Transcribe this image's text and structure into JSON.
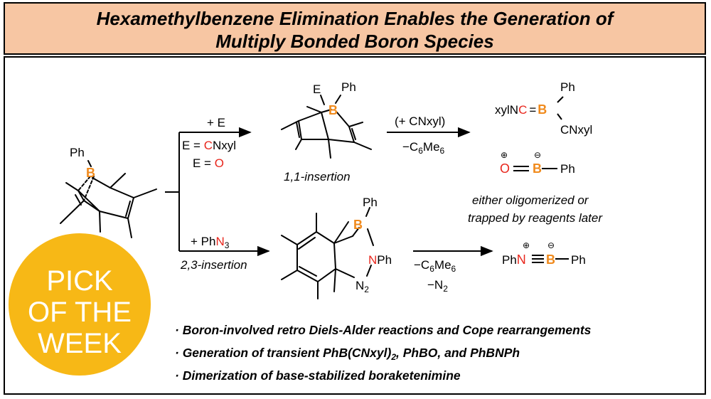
{
  "header": {
    "title_line1": "Hexamethylbenzene Elimination Enables the Generation of",
    "title_line2": "Multiply Bonded Boron Species"
  },
  "colors": {
    "title_bg": "#f7c6a3",
    "boron": "#f08a1c",
    "hetero": "#e8261c",
    "badge": "#f7b816"
  },
  "start": {
    "ph": "Ph",
    "b": "B"
  },
  "route1": {
    "reagent": "+ E",
    "e_def1_prefix": "E = ",
    "e_def1_c": "C",
    "e_def1_rest": "Nxyl",
    "e_def2_prefix": "E = ",
    "e_def2_o": "O",
    "insertion": "1,1-insertion",
    "int_e": "E",
    "int_b": "B",
    "int_ph": "Ph",
    "cond_top": "(+ CNxyl)",
    "cond_bot": "−C",
    "cond_bot_sub": "6",
    "cond_bot_mid": "Me",
    "cond_bot_sub2": "6"
  },
  "products": {
    "p1_left": "xylN",
    "p1_c": "C",
    "p1_eq": "=",
    "p1_b": "B",
    "p1_ph": "Ph",
    "p1_cnxyl": "CNxyl",
    "p2_o": "O",
    "p2_b": "B",
    "p2_ph": "Ph",
    "plus": "⊕",
    "minus": "⊖",
    "note1": "either oligomerized or",
    "note2": "trapped by reagents later",
    "p3_ph1": "Ph",
    "p3_n": "N",
    "p3_b": "B",
    "p3_ph2": "Ph"
  },
  "route2": {
    "reagent_prefix": "+ Ph",
    "reagent_n": "N",
    "reagent_sub": "3",
    "insertion": "2,3-insertion",
    "int_b": "B",
    "int_ph": "Ph",
    "int_n": "N",
    "int_nph": "Ph",
    "int_n2": "N",
    "int_n2_sub": "2",
    "cond1": "−C",
    "cond1_sub": "6",
    "cond1_mid": "Me",
    "cond1_sub2": "6",
    "cond2": "−N",
    "cond2_sub": "2"
  },
  "badge": {
    "line1": "PICK",
    "line2": "OF THE",
    "line3": "WEEK"
  },
  "bullets": {
    "b1": "· Boron-involved retro Diels-Alder reactions and Cope rearrangements",
    "b2_pre": "· Generation of transient PhB(CNxyl)",
    "b2_sub": "2",
    "b2_post": ", PhBO, and PhBNPh",
    "b3": "· Dimerization of base-stabilized boraketenimine"
  }
}
